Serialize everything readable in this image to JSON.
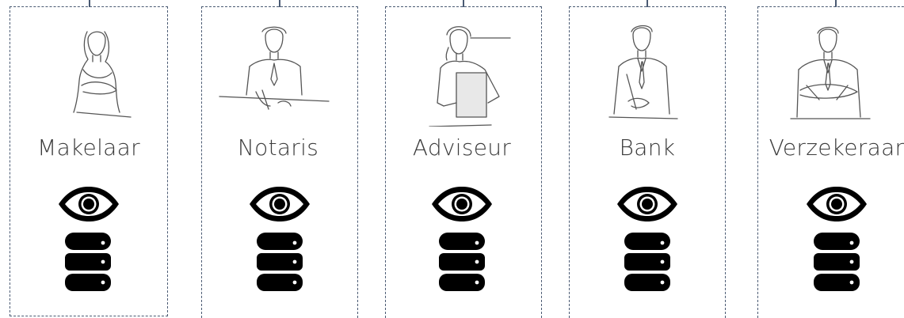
{
  "columns": [
    {
      "id": "makelaar",
      "label": "Makelaar",
      "figure": "woman-arms-crossed-line-drawing"
    },
    {
      "id": "notaris",
      "label": "Notaris",
      "figure": "man-writing-at-desk-line-drawing"
    },
    {
      "id": "adviseur",
      "label": "Adviseur",
      "figure": "woman-on-phone-with-folder-line-drawing"
    },
    {
      "id": "bank",
      "label": "Bank",
      "figure": "man-in-suit-handshake-line-drawing"
    },
    {
      "id": "verzekeraar",
      "label": "Verzekeraar",
      "figure": "man-arms-crossed-line-drawing"
    }
  ],
  "icons": {
    "eye": "eye-icon",
    "database": "database-icon"
  },
  "colors": {
    "border": "#4a5a73",
    "label": "#3b3b3b",
    "icon": "#000000"
  }
}
